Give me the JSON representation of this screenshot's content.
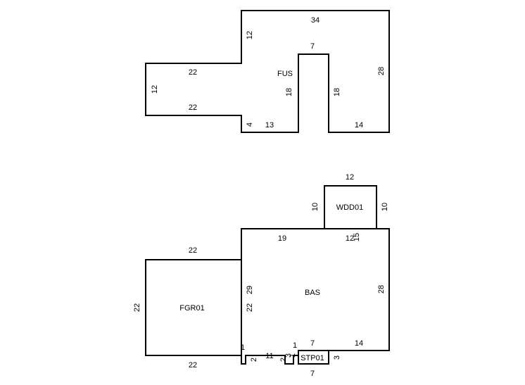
{
  "colors": {
    "background": "#ffffff",
    "line": "#000000"
  },
  "upper_sketch": {
    "area_label": "FUS",
    "dims": {
      "top": "34",
      "left_upper": "12",
      "notch_top": "7",
      "right": "28",
      "wing_top": "22",
      "wing_left": "12",
      "wing_bottom": "22",
      "notch_left": "18",
      "notch_right": "18",
      "bottom_left_short": "4",
      "bottom_left": "13",
      "bottom_right": "14"
    }
  },
  "lower_sketch": {
    "deck": {
      "label": "WDD01",
      "top": "12",
      "left": "10",
      "right": "10"
    },
    "garage": {
      "label": "FGR01",
      "top": "22",
      "left": "22",
      "bottom": "22",
      "right": "22"
    },
    "main": {
      "label": "BAS",
      "top_left": "19",
      "top_right": "12",
      "top_right_overlap": "15",
      "left": "29",
      "right": "28",
      "bottom_right": "14",
      "bottom_step_a": "1",
      "bottom_step_b": "2",
      "bottom_middle": "11",
      "bottom_step_c": "2",
      "bottom_step_d": "3",
      "bottom_step_e": "1",
      "bottom_step_f": "1",
      "bottom_step_g": "7"
    },
    "stoop": {
      "label": "STP01",
      "right": "3",
      "bottom": "7"
    }
  }
}
